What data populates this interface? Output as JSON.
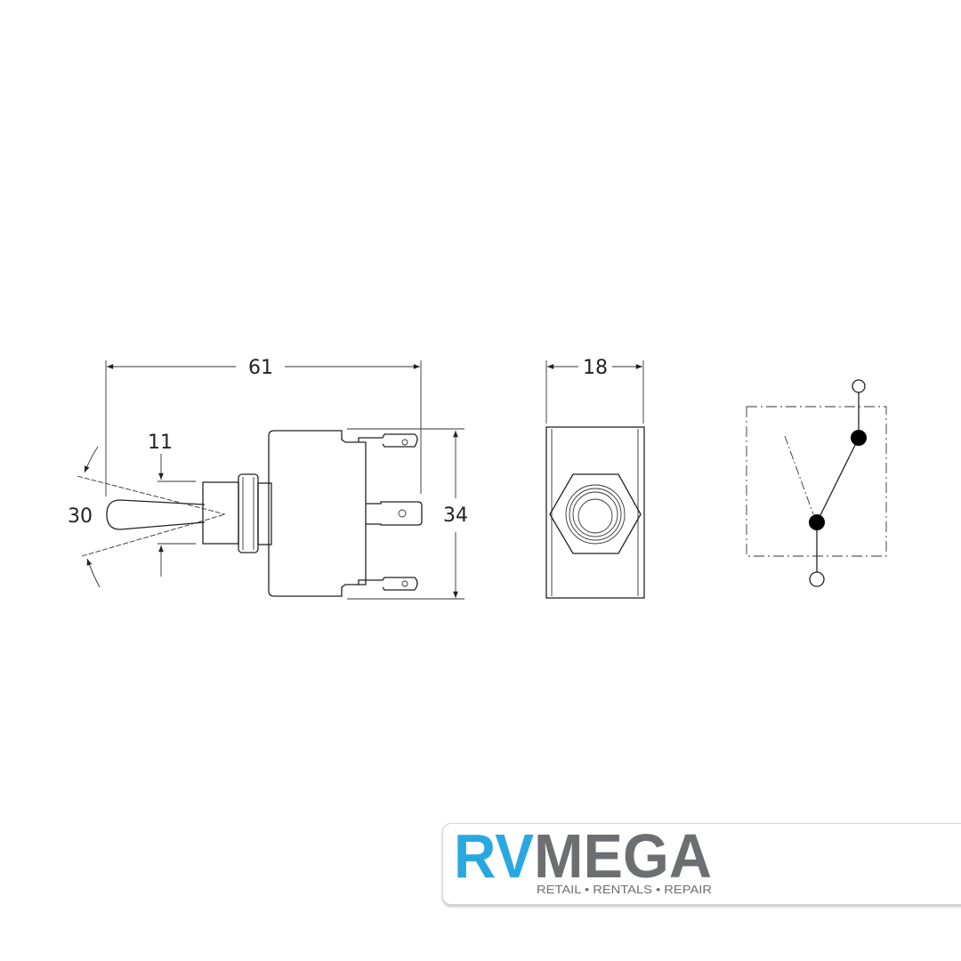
{
  "diagram": {
    "side_view": {
      "length_label": "61",
      "height_label": "34",
      "bushing_label": "11",
      "angle_label": "30"
    },
    "front_view": {
      "width_label": "18"
    },
    "schematic": {
      "type": "SPST toggle switch symbol"
    }
  },
  "logo": {
    "brand_part1": "RV",
    "brand_part2": "MEGA",
    "tagline": "RETAIL • RENTALS • REPAIR",
    "colors": {
      "blue": "#29a8e0",
      "gray": "#6d6e71"
    }
  }
}
